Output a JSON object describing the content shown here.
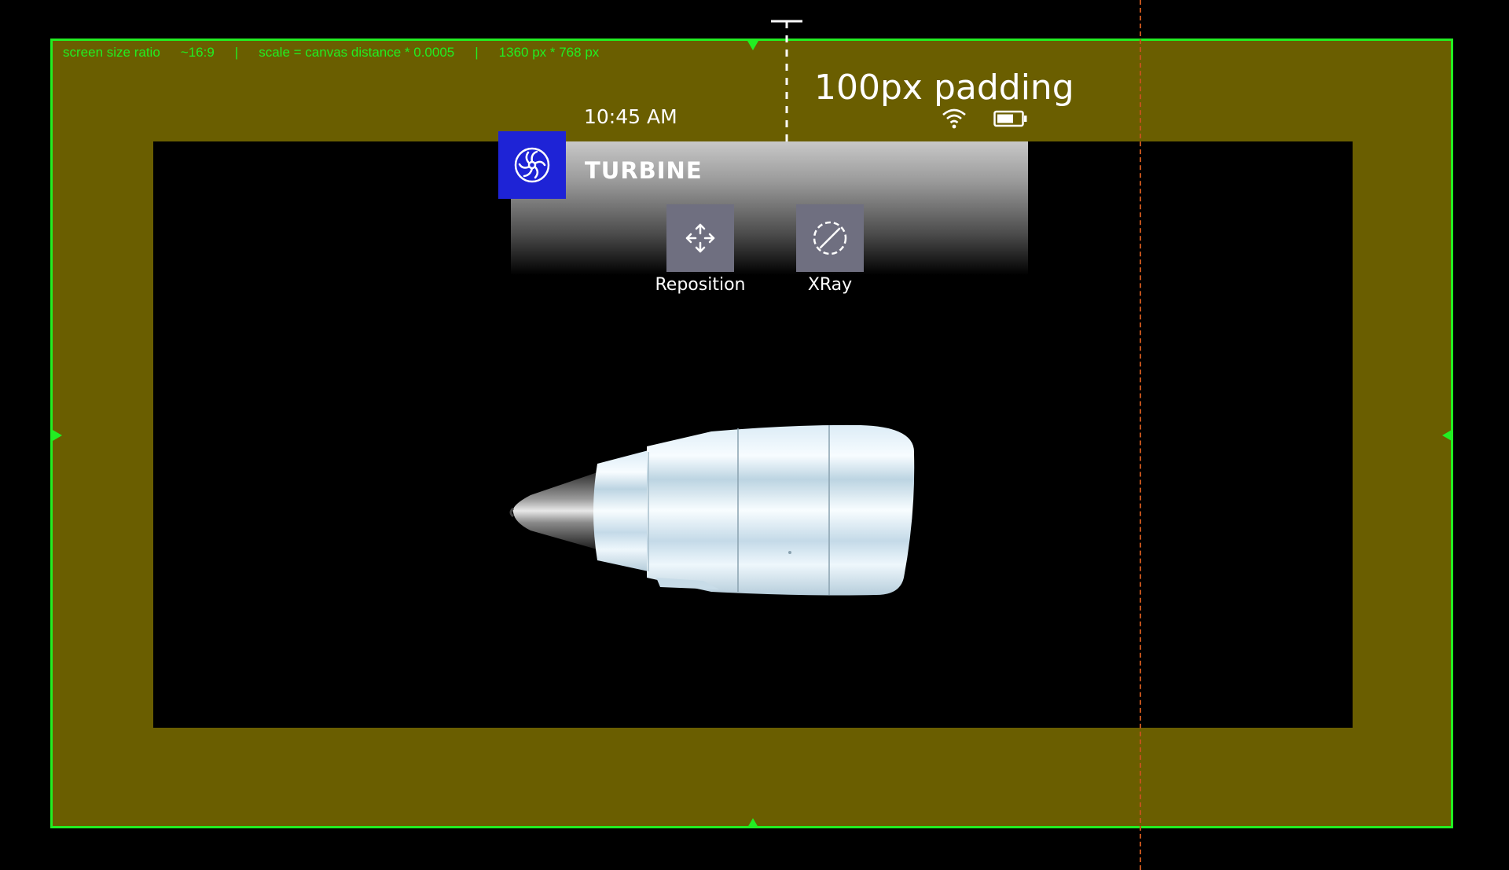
{
  "info_bar": {
    "screen_ratio_label": "screen size ratio",
    "screen_ratio_value": "~16:9",
    "separator": "|",
    "scale_text": "scale = canvas distance * 0.0005",
    "resolution_text": "1360 px * 768 px"
  },
  "padding_annotation": {
    "label": "100px padding"
  },
  "status_bar": {
    "time": "10:45 AM",
    "wifi_icon": "wifi-icon",
    "battery_icon": "battery-icon"
  },
  "app": {
    "title": "TURBINE",
    "icon": "turbine-fan-icon",
    "icon_tile_color": "#1e23d6"
  },
  "tools": [
    {
      "label": "Reposition",
      "icon": "move-arrows-icon"
    },
    {
      "label": "XRay",
      "icon": "xray-slash-circle-icon"
    }
  ],
  "colors": {
    "frame_border": "#22ee22",
    "safe_area_fill": "#6a5e00",
    "guide_line": "#c0521c",
    "button_fill": "#6f6f80"
  },
  "model": {
    "name_icon": "jet-engine-model"
  }
}
